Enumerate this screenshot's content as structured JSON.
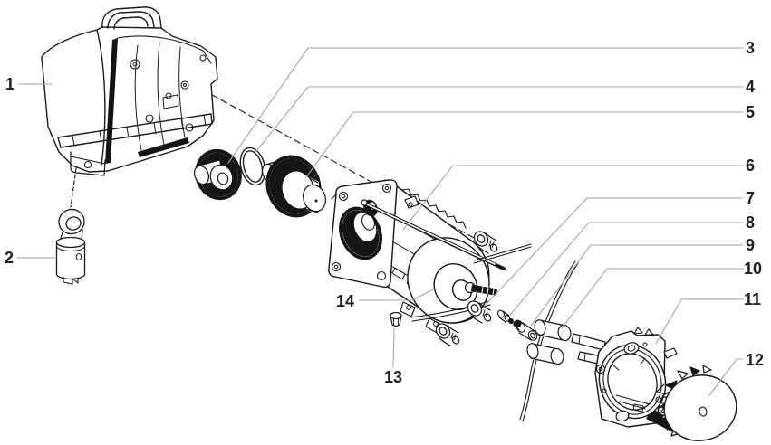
{
  "figure": {
    "type": "exploded-parts-diagram",
    "background": "#ffffff",
    "artwork_color": "#1a1a1a",
    "leader_line_color": "#a6a6a6",
    "label_color": "#20202a"
  },
  "callouts": [
    {
      "text": "1"
    },
    {
      "text": "2"
    },
    {
      "text": "3"
    },
    {
      "text": "4"
    },
    {
      "text": "5"
    },
    {
      "text": "6"
    },
    {
      "text": "7"
    },
    {
      "text": "8"
    },
    {
      "text": "9"
    },
    {
      "text": "10"
    },
    {
      "text": "11"
    },
    {
      "text": "12"
    },
    {
      "text": "13"
    },
    {
      "text": "14"
    }
  ]
}
